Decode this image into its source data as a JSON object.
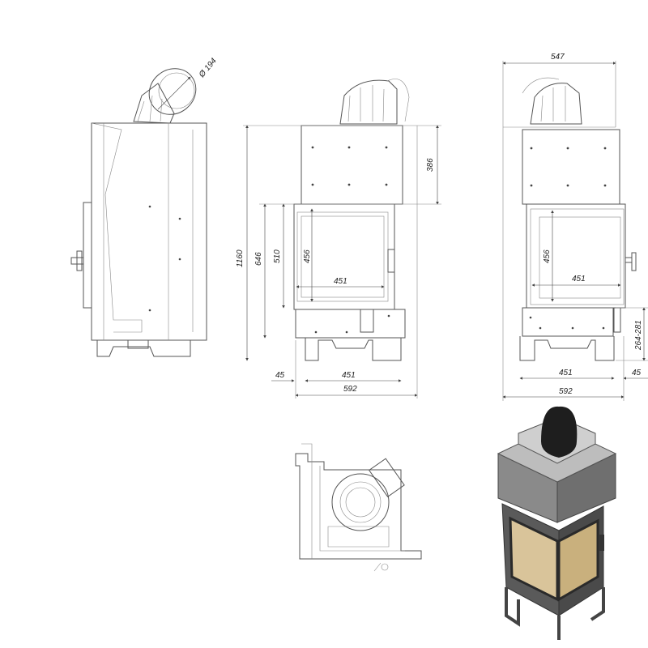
{
  "side_view": {
    "flue_diameter": "Ø 194"
  },
  "front_view": {
    "total_height": "1160",
    "door_section_height": "646",
    "door_height": "510",
    "glass_height": "456",
    "glass_width": "451",
    "top_section_height": "386",
    "offset": "45",
    "base_width": "451",
    "total_width": "592"
  },
  "right_view": {
    "top_width": "547",
    "glass_height": "456",
    "glass_width": "451",
    "leg_height": "264-281",
    "offset": "45",
    "base_width": "451",
    "total_width": "592"
  },
  "colors": {
    "line": "#555555",
    "render_body": "#6f6f6f",
    "render_glass": "#d9c49a",
    "render_flue": "#1e1e1e"
  }
}
